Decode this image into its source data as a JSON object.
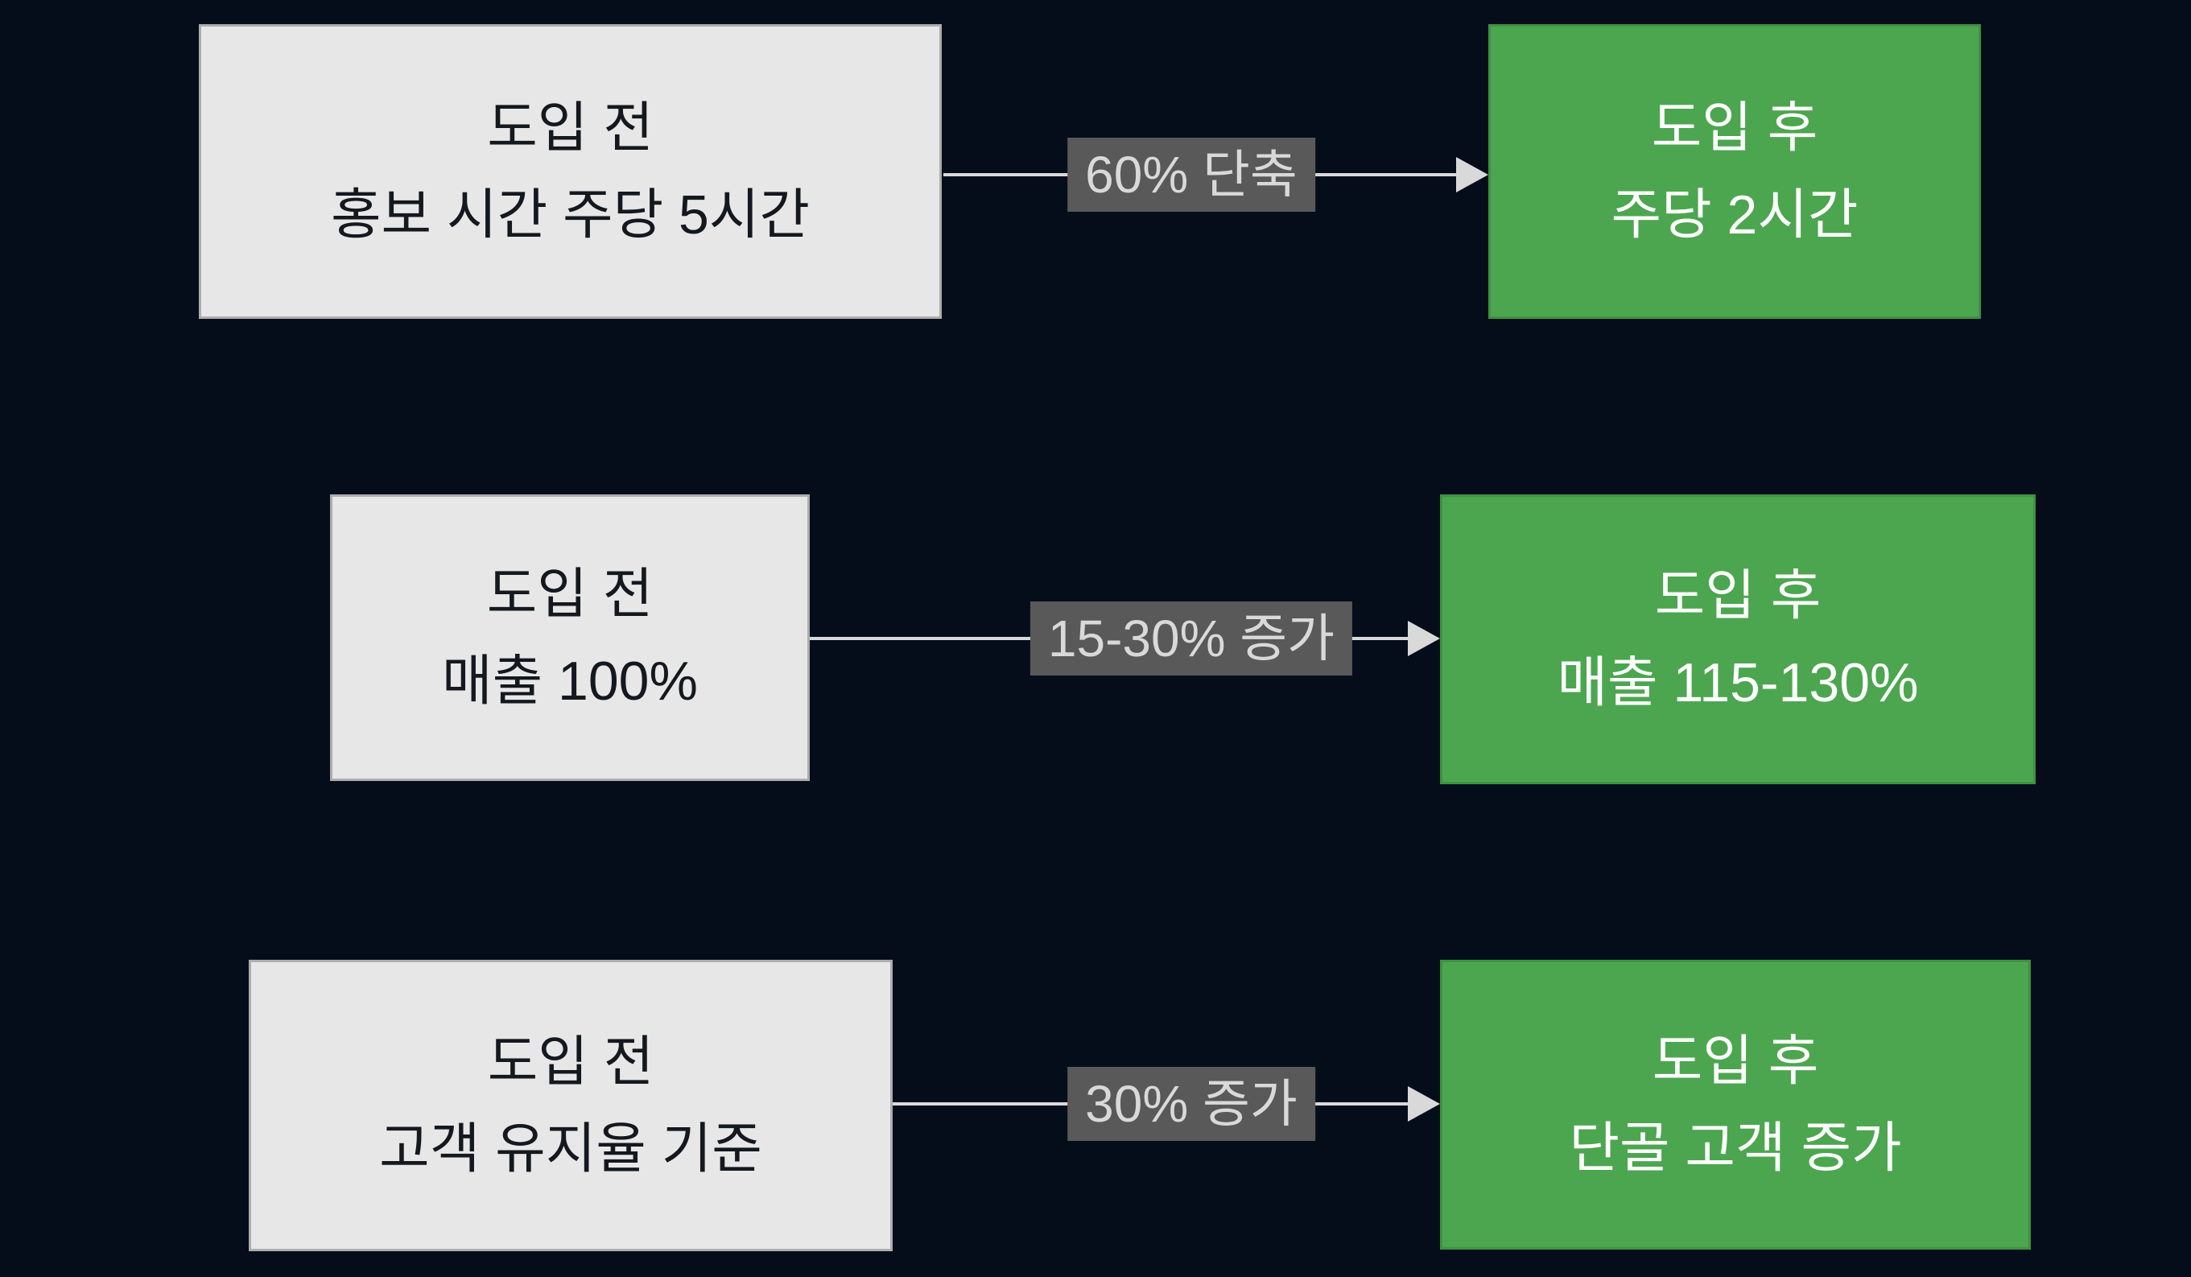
{
  "colors": {
    "bg": "#050D1B",
    "before-bg": "#E8E7E7",
    "before-border": "#ADADAD",
    "before-text": "#14181F",
    "after-bg": "#4CA64F",
    "after-border": "#3E9142",
    "after-text": "#FFFFFF",
    "label-bg": "#595959",
    "label-text": "#D9D9D9",
    "arrow": "#D9D9D9"
  },
  "rows": [
    {
      "before": {
        "line1": "도입 전",
        "line2": "홍보 시간 주당 5시간"
      },
      "change": "60% 단축",
      "after": {
        "line1": "도입 후",
        "line2": "주당 2시간"
      }
    },
    {
      "before": {
        "line1": "도입 전",
        "line2": "매출 100%"
      },
      "change": "15-30% 증가",
      "after": {
        "line1": "도입 후",
        "line2": "매출 115-130%"
      }
    },
    {
      "before": {
        "line1": "도입 전",
        "line2": "고객 유지율 기준"
      },
      "change": "30% 증가",
      "after": {
        "line1": "도입 후",
        "line2": "단골 고객 증가"
      }
    }
  ]
}
